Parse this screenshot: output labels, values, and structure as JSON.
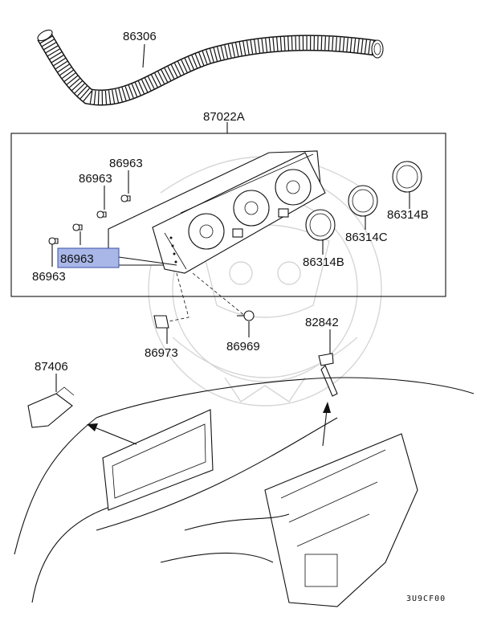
{
  "callouts": {
    "duct": "86306",
    "control_assembly": "87022A",
    "screw_1": "86963",
    "screw_2": "86963",
    "screw_3_highlighted": "86963",
    "screw_4": "86963",
    "knob_1": "86314B",
    "knob_2": "86314C",
    "knob_3": "86314B",
    "clip": "86973",
    "screw_5": "86969",
    "sensor": "82842",
    "lamp_unit": "87406"
  },
  "diagram_code": "3U9CF00",
  "colors": {
    "highlight": "#a9b7e8",
    "line": "#111111",
    "watermark": "#d6d6d6"
  }
}
